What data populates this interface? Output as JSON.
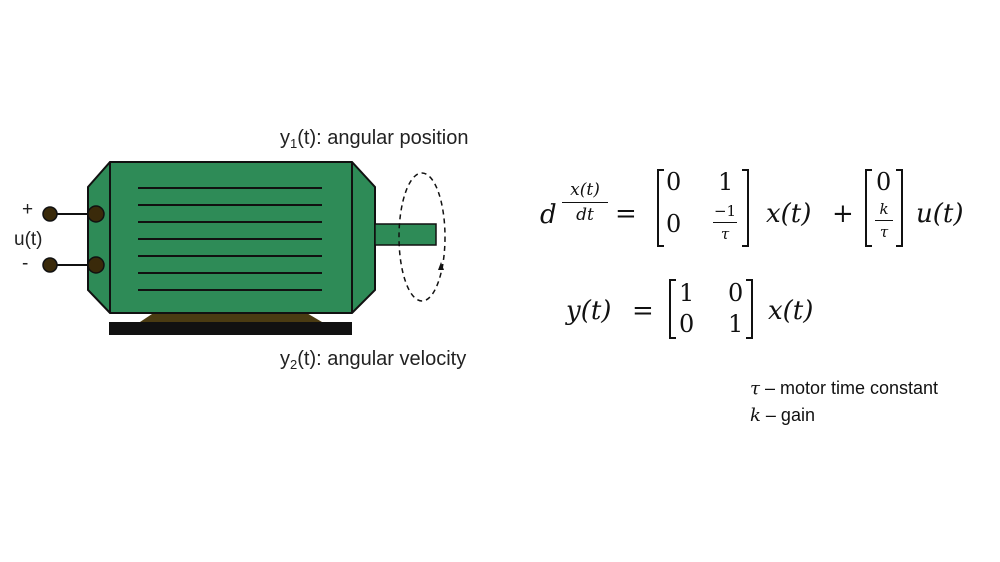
{
  "motor": {
    "y1_base": "y",
    "y1_sub": "1",
    "y1_rest": "(t): angular position",
    "y2_base": "y",
    "y2_sub": "2",
    "y2_rest": "(t): angular velocity",
    "plus": "+",
    "minus": "-",
    "input_label": "u(t)",
    "colors": {
      "body": "#2e8b57",
      "body_dark": "#1f6b45",
      "base": "#111111",
      "mount": "#4a3b12",
      "terminal": "#3a2a0a"
    }
  },
  "equations": {
    "state": {
      "d": "d",
      "num": "x(t)",
      "den": "dt",
      "eq": "=",
      "A": [
        [
          "0",
          "1"
        ],
        [
          "0",
          "−1",
          "τ"
        ]
      ],
      "x": "x(t)",
      "plus": "+",
      "B": [
        "0",
        "k",
        "τ"
      ],
      "u": "u(t)"
    },
    "output": {
      "lhs": "y(t)",
      "eq": "=",
      "C": [
        [
          "1",
          "0"
        ],
        [
          "0",
          "1"
        ]
      ],
      "x": "x(t)"
    }
  },
  "notes": [
    {
      "symbol": "τ",
      "text": " – motor time constant"
    },
    {
      "symbol": "k",
      "text": " – gain"
    }
  ]
}
